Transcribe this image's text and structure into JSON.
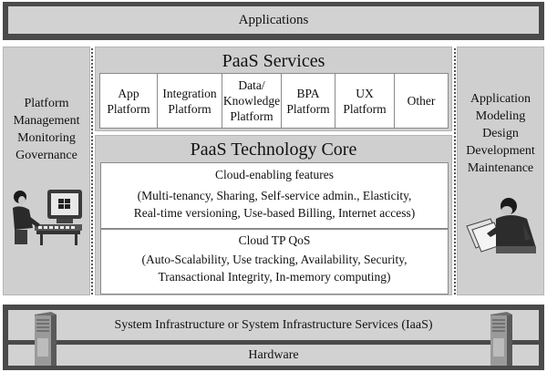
{
  "applications": "Applications",
  "left_panel": {
    "lines": [
      "Platform",
      "Management",
      "Monitoring",
      "Governance"
    ],
    "illustration_icon": "person-at-computer-icon"
  },
  "right_panel": {
    "lines": [
      "Application",
      "Modeling",
      "Design",
      "Development",
      "Maintenance"
    ],
    "illustration_icon": "person-reading-icon"
  },
  "paas_services": {
    "title": "PaaS Services",
    "items": [
      {
        "lines": [
          "App",
          "Platform"
        ]
      },
      {
        "lines": [
          "Integration",
          "Platform"
        ]
      },
      {
        "lines": [
          "Data/",
          "Knowledge",
          "Platform"
        ]
      },
      {
        "lines": [
          "BPA",
          "Platform"
        ]
      },
      {
        "lines": [
          "UX",
          "Platform"
        ]
      },
      {
        "lines": [
          "Other"
        ]
      }
    ]
  },
  "paas_core": {
    "title": "PaaS Technology Core",
    "cloud_enabling": {
      "heading": "Cloud-enabling features",
      "lines": [
        "(Multi-tenancy, Sharing, Self-service admin., Elasticity,",
        "Real-time versioning, Use-based Billing, Internet access)"
      ]
    },
    "qos": {
      "heading": "Cloud TP QoS",
      "lines": [
        "(Auto-Scalability, Use tracking, Availability, Security,",
        "Transactional Integrity, In-memory computing)"
      ]
    }
  },
  "infrastructure": {
    "iaas": "System Infrastructure or System Infrastructure Services (IaaS)",
    "hardware": "Hardware",
    "server_icon": "server-icon"
  }
}
